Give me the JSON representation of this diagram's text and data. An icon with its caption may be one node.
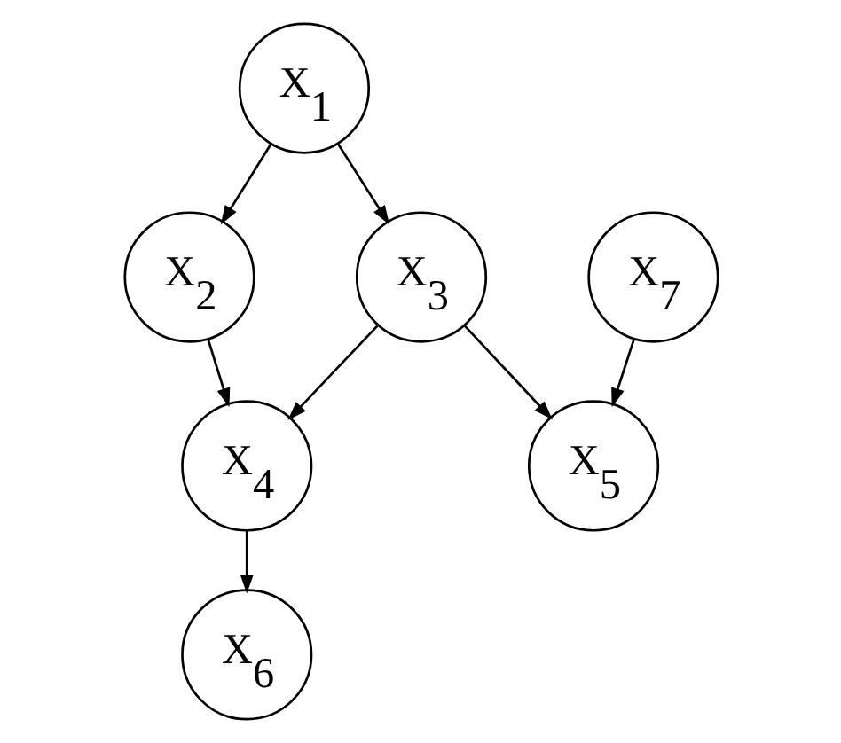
{
  "diagram": {
    "nodes": [
      {
        "text": [
          "X$_{1}$"
        ]
      },
      {
        "text": [
          "X$_{2}$"
        ]
      },
      {
        "text": [
          "X$_{3}$"
        ]
      },
      {
        "text": [
          "X$_{7}$"
        ]
      },
      {
        "text": [
          "X$_{4}$"
        ]
      },
      {
        "text": [
          "X$_{5}$"
        ]
      },
      {
        "text": [
          "X$_{6}$"
        ]
      }
    ],
    "edges": [
      {
        "from": 0,
        "to": 1,
        "arrow": "to"
      },
      {
        "from": 0,
        "to": 2,
        "arrow": "to"
      },
      {
        "from": 1,
        "to": 4,
        "arrow": "to"
      },
      {
        "from": 2,
        "to": 4,
        "arrow": "to"
      },
      {
        "from": 2,
        "to": 5,
        "arrow": "to"
      },
      {
        "from": 3,
        "to": 5,
        "arrow": "to"
      },
      {
        "from": 4,
        "to": 6,
        "arrow": "to"
      }
    ]
  }
}
